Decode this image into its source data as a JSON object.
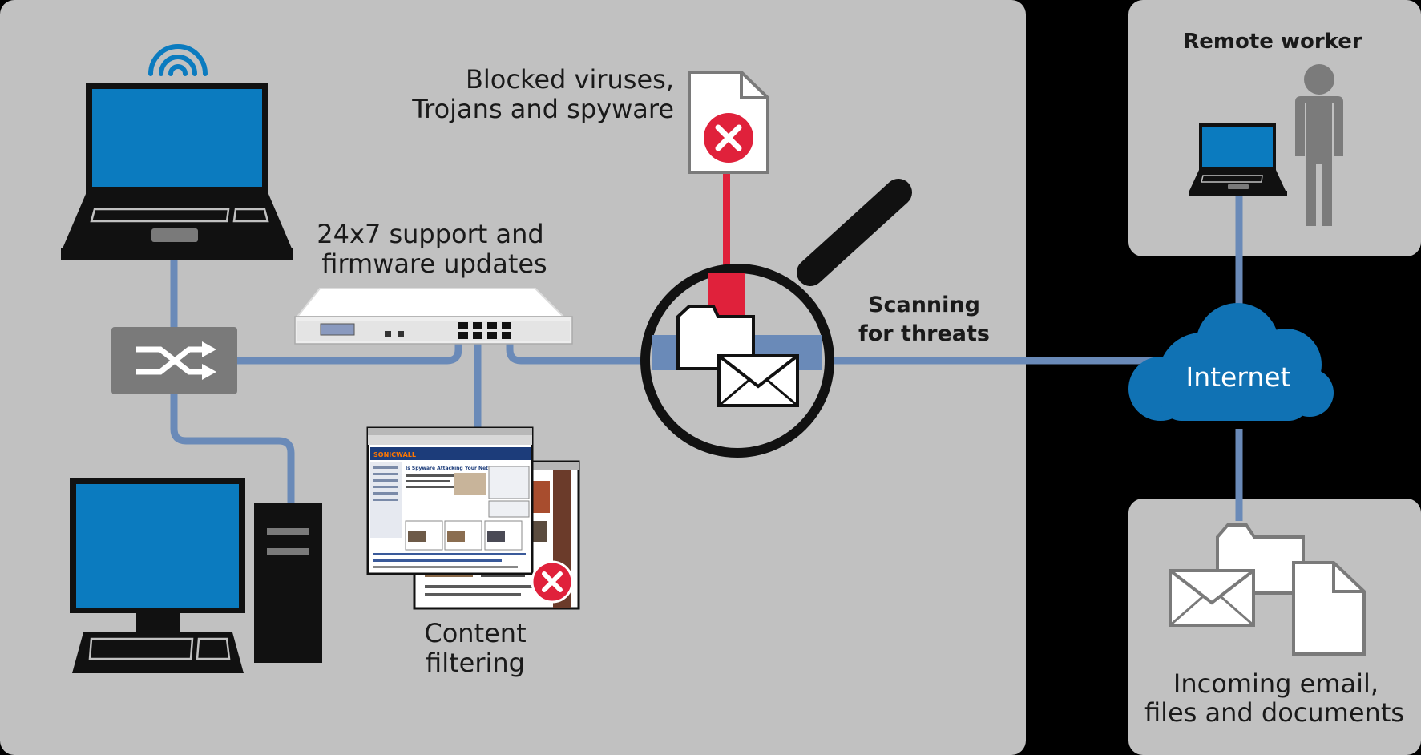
{
  "labels": {
    "blocked_line1": "Blocked viruses,",
    "blocked_line2": "Trojans and spyware",
    "support_line1": "24x7 support and",
    "support_line2": "firmware updates",
    "scanning_line1": "Scanning",
    "scanning_line2": "for threats",
    "content_line1": "Content",
    "content_line2": "filtering",
    "remote_worker": "Remote worker",
    "internet": "Internet",
    "incoming_line1": "Incoming email,",
    "incoming_line2": "files and documents",
    "screenshot_logo": "SONICWALL",
    "screenshot_headline": "Is Spyware Attacking Your Network?"
  },
  "colors": {
    "panel": "#c1c1c1",
    "background": "#000000",
    "connector": "#6a8ab8",
    "screen_blue": "#0b7bbf",
    "cloud_blue": "#1072b4",
    "alert_red": "#e0213b",
    "switch_gray": "#7a7a7a",
    "person_gray": "#7b7b7b"
  },
  "icons": [
    "wifi-icon",
    "laptop-icon",
    "switch-icon",
    "firewall-appliance-icon",
    "desktop-monitor-icon",
    "tower-pc-icon",
    "blocked-document-icon",
    "magnifier-icon",
    "folder-icon",
    "envelope-icon",
    "web-page-icon",
    "blocked-x-icon",
    "remote-laptop-icon",
    "person-icon",
    "cloud-icon",
    "incoming-envelope-icon",
    "incoming-folder-icon",
    "incoming-document-icon"
  ]
}
